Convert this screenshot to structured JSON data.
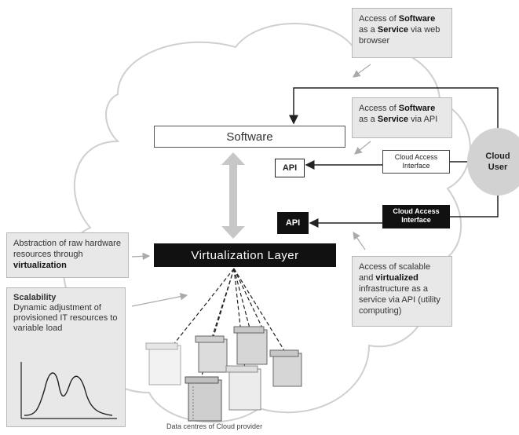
{
  "notes": {
    "saas_web": {
      "line1": "Access of ",
      "bold1": "Software",
      "line2": "as a ",
      "bold2": "Service",
      "line3": " via web browser"
    },
    "saas_api": {
      "line1": "Access of ",
      "bold1": "Software",
      "line2": "as a ",
      "bold2": "Service",
      "line3": " via API"
    },
    "abstraction": {
      "text": "Abstraction of raw hardware resources through ",
      "bold": "virtualization"
    },
    "scalability": {
      "title": "Scalability",
      "text": "Dynamic adjustment of provisioned IT resources to variable load"
    },
    "infra": {
      "text1": "Access of scalable and ",
      "bold": "virtualized",
      "text2": " infrastructure as a service via API (utility computing)"
    }
  },
  "software_label": "Software",
  "virtualization_label": "Virtualization Layer",
  "api_label": "API",
  "cloud_access_interface": "Cloud Access Interface",
  "cloud_user": {
    "line1": "Cloud",
    "line2": "User"
  },
  "datacentre_label": "Data centres of Cloud provider",
  "colors": {
    "dark": "#111111",
    "note_bg": "#e8e8e8",
    "cloud_stroke": "#cfcfcf",
    "user_bg": "#d2d2d2"
  }
}
